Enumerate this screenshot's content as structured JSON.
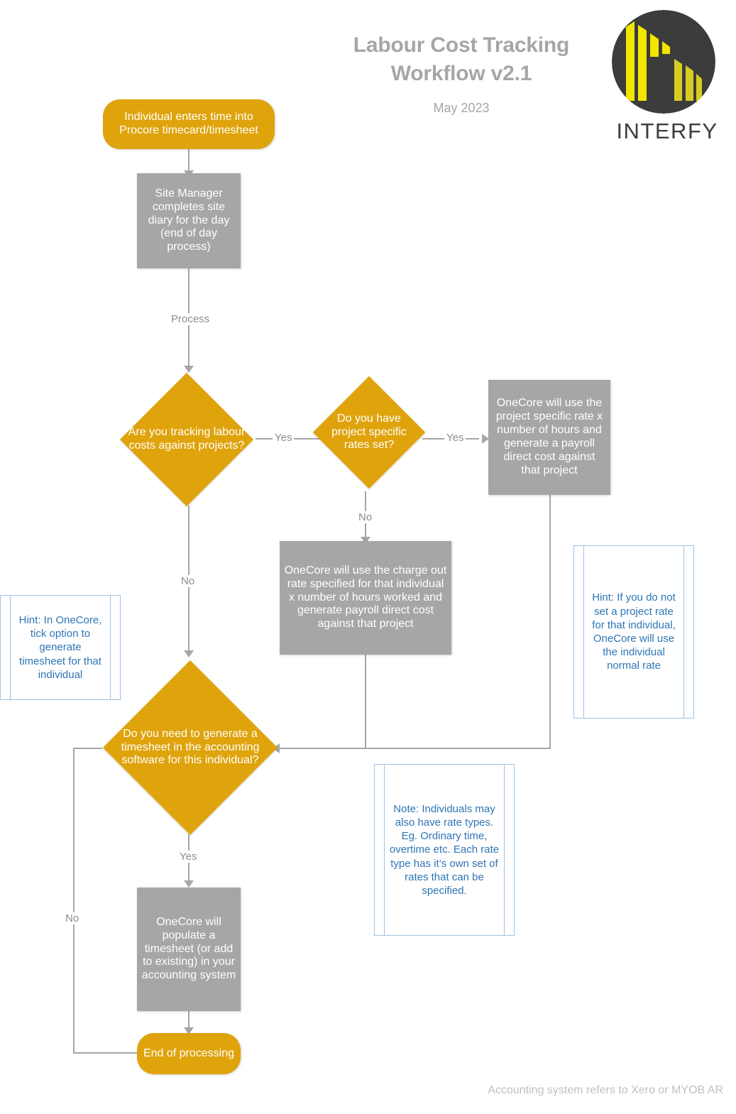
{
  "header": {
    "title_line1": "Labour Cost Tracking",
    "title_line2": "Workflow v2.1",
    "subtitle": "May 2023",
    "brand_wordmark": "INTERFY",
    "colors": {
      "accent_orange": "#DFA30C",
      "process_grey": "#A6A6A6",
      "note_blue": "#2E75B6",
      "logo_yellow": "#F2E500",
      "logo_dark": "#3C3C3B"
    }
  },
  "nodes": {
    "start": {
      "label": "Individual enters time into Procore timecard/timesheet",
      "shape": "terminator"
    },
    "site_diary": {
      "label": "Site Manager completes site diary for the day (end of day process)",
      "shape": "process"
    },
    "decision_tracking": {
      "label": "Are you tracking labour costs against projects?",
      "shape": "decision"
    },
    "decision_project_rates": {
      "label": "Do you have project specific rates set?",
      "shape": "decision"
    },
    "project_rate_cost": {
      "label": "OneCore will use the project specific rate x number of hours and generate a payroll direct cost against that project",
      "shape": "process"
    },
    "charge_out_rate_cost": {
      "label": "OneCore will use the charge out rate specified for that individual x  number of hours worked and generate payroll direct cost against that project",
      "shape": "process"
    },
    "decision_timesheet": {
      "label": "Do you need to generate a timesheet in the accounting software for this individual?",
      "shape": "decision"
    },
    "populate_timesheet": {
      "label": "OneCore will populate a timesheet (or add to existing) in your accounting system",
      "shape": "process"
    },
    "end": {
      "label": "End of processing",
      "shape": "terminator"
    }
  },
  "callouts": {
    "hint_left": "Hint: In OneCore, tick option to generate timesheet for that individual",
    "hint_right": "Hint: If you do not set a project rate for that individual, OneCore will use the individual normal rate",
    "note_rate_types": "Note: Individuals may also have rate types. Eg. Ordinary time, overtime etc. Each rate type has it’s own set of rates that can be specified."
  },
  "edge_labels": {
    "process": "Process",
    "tracking_yes": "Yes",
    "tracking_no": "No",
    "rates_yes": "Yes",
    "rates_no": "No",
    "timesheet_yes": "Yes",
    "timesheet_no": "No"
  },
  "footer": {
    "note": "Accounting system refers to Xero or MYOB AR"
  }
}
